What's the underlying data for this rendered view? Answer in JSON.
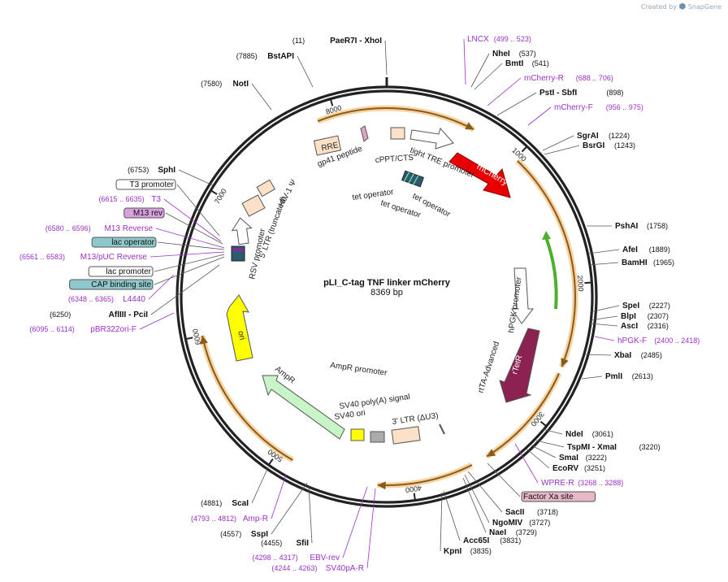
{
  "brand": {
    "created_by": "Created by",
    "name": "SnapGene"
  },
  "plasmid": {
    "name": "pLI_C-tag TNF linker mCherry",
    "size": "8369 bp",
    "length": 8369
  },
  "colors": {
    "backbone": "#222222",
    "primer": "#9b30c7",
    "cutsite": "#000000",
    "orange_feature": "#e8922a",
    "mCherry": "#e80000",
    "rTetR": "#8b2252",
    "ori": "#ffff00",
    "AmpR": "#c8f5c8",
    "hPGK": "#ffffff",
    "green_line": "#4caf2f"
  },
  "ticks": [
    {
      "label": "1000",
      "pos": 1000
    },
    {
      "label": "2000",
      "pos": 2000
    },
    {
      "label": "3000",
      "pos": 3000
    },
    {
      "label": "4000",
      "pos": 4000
    },
    {
      "label": "5000",
      "pos": 5000
    },
    {
      "label": "6000",
      "pos": 6000
    },
    {
      "label": "7000",
      "pos": 7000
    },
    {
      "label": "8000",
      "pos": 8000
    }
  ],
  "sites_right": [
    {
      "name": "LNCX",
      "pos": "(499 .. 523)",
      "kind": "primer"
    },
    {
      "name": "NheI",
      "pos": "(537)",
      "kind": "enzyme"
    },
    {
      "name": "BmtI",
      "pos": "(541)",
      "kind": "enzyme"
    },
    {
      "name": "mCherry-R",
      "pos": "(688 .. 706)",
      "kind": "primer"
    },
    {
      "name": "PstI  - SbfI",
      "pos": "(898)",
      "kind": "enzyme"
    },
    {
      "name": "mCherry-F",
      "pos": "(956 .. 975)",
      "kind": "primer"
    },
    {
      "name": "SgrAI",
      "pos": "(1224)",
      "kind": "enzyme"
    },
    {
      "name": "BsrGI",
      "pos": "(1243)",
      "kind": "enzyme"
    },
    {
      "name": "PshAI",
      "pos": "(1758)",
      "kind": "enzyme"
    },
    {
      "name": "AfeI",
      "pos": "(1889)",
      "kind": "enzyme"
    },
    {
      "name": "BamHI",
      "pos": "(1965)",
      "kind": "enzyme"
    },
    {
      "name": "SpeI",
      "pos": "(2227)",
      "kind": "enzyme"
    },
    {
      "name": "BlpI",
      "pos": "(2307)",
      "kind": "enzyme"
    },
    {
      "name": "AscI",
      "pos": "(2316)",
      "kind": "enzyme"
    },
    {
      "name": "hPGK-F",
      "pos": "(2400 .. 2418)",
      "kind": "primer"
    },
    {
      "name": "XbaI",
      "pos": "(2485)",
      "kind": "enzyme"
    },
    {
      "name": "PmlI",
      "pos": "(2613)",
      "kind": "enzyme"
    },
    {
      "name": "NdeI",
      "pos": "(3061)",
      "kind": "enzyme"
    },
    {
      "name": "TspMI  - XmaI",
      "pos": "(3220)",
      "kind": "enzyme"
    },
    {
      "name": "SmaI",
      "pos": "(3222)",
      "kind": "enzyme"
    },
    {
      "name": "EcoRV",
      "pos": "(3251)",
      "kind": "enzyme"
    },
    {
      "name": "WPRE-R",
      "pos": "(3268 .. 3288)",
      "kind": "primer"
    },
    {
      "name": "Factor Xa site",
      "pos": "",
      "kind": "feature"
    },
    {
      "name": "SacII",
      "pos": "(3718)",
      "kind": "enzyme"
    },
    {
      "name": "NgoMIV",
      "pos": "(3727)",
      "kind": "enzyme"
    },
    {
      "name": "NaeI",
      "pos": "(3729)",
      "kind": "enzyme"
    },
    {
      "name": "Acc65I",
      "pos": "(3831)",
      "kind": "enzyme"
    },
    {
      "name": "KpnI",
      "pos": "(3835)",
      "kind": "enzyme"
    }
  ],
  "sites_left": [
    {
      "name": "PaeR7I  - XhoI",
      "pos": "(11)",
      "kind": "enzyme"
    },
    {
      "name": "BstAPI",
      "pos": "(7885)",
      "kind": "enzyme"
    },
    {
      "name": "NotI",
      "pos": "(7580)",
      "kind": "enzyme"
    },
    {
      "name": "SphI",
      "pos": "(6753)",
      "kind": "enzyme"
    },
    {
      "name": "T3 promoter",
      "pos": "",
      "kind": "feature"
    },
    {
      "name": "T3",
      "pos": "(6615 .. 6635)",
      "kind": "primer"
    },
    {
      "name": "M13 rev",
      "pos": "",
      "kind": "feature"
    },
    {
      "name": "M13 Reverse",
      "pos": "(6580 .. 6596)",
      "kind": "primer"
    },
    {
      "name": "lac operator",
      "pos": "",
      "kind": "feature"
    },
    {
      "name": "M13/pUC Reverse",
      "pos": "(6561 .. 6583)",
      "kind": "primer"
    },
    {
      "name": "lac promoter",
      "pos": "",
      "kind": "feature"
    },
    {
      "name": "CAP binding site",
      "pos": "",
      "kind": "feature"
    },
    {
      "name": "L4440",
      "pos": "(6348 .. 6365)",
      "kind": "primer"
    },
    {
      "name": "AflIII  - PciI",
      "pos": "(6250)",
      "kind": "enzyme"
    },
    {
      "name": "pBR322ori-F",
      "pos": "(6095 .. 6114)",
      "kind": "primer"
    },
    {
      "name": "ScaI",
      "pos": "(4881)",
      "kind": "enzyme"
    },
    {
      "name": "Amp-R",
      "pos": "(4793 .. 4812)",
      "kind": "primer"
    },
    {
      "name": "SspI",
      "pos": "(4557)",
      "kind": "enzyme"
    },
    {
      "name": "SfiI",
      "pos": "(4455)",
      "kind": "enzyme"
    },
    {
      "name": "EBV-rev",
      "pos": "(4298 .. 4317)",
      "kind": "primer"
    },
    {
      "name": "SV40pA-R",
      "pos": "(4244 .. 4263)",
      "kind": "primer"
    }
  ],
  "feature_labels": [
    "RRE",
    "gp41 peptide",
    "cPPT/CTS",
    "tight TRE promoter",
    "mCherry",
    "tet operator",
    "tet operator",
    "tet operator",
    "HIV-1 Ψ",
    "5' LTR (truncated)",
    "RSV promoter",
    "hPGK promoter",
    "rtTA-Advanced",
    "rTetR",
    "ori",
    "AmpR",
    "AmpR promoter",
    "SV40 poly(A) signal",
    "SV40 ori",
    "3' LTR (ΔU3)"
  ]
}
